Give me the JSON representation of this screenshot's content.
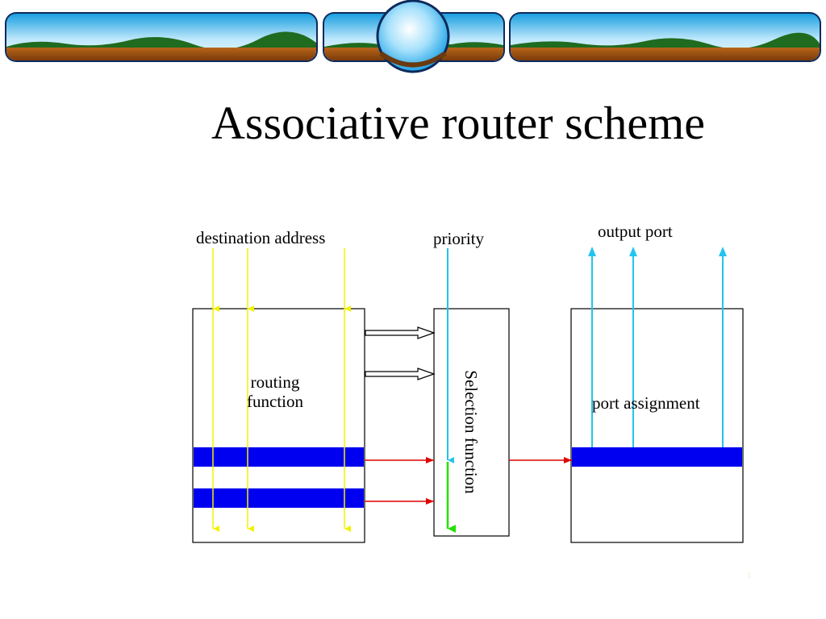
{
  "slide": {
    "title": "Associative router scheme",
    "page_number": "1"
  },
  "diagram": {
    "labels": {
      "destination_address": "destination address",
      "priority": "priority",
      "output_port": "output port",
      "routing_function_line1": "routing",
      "routing_function_line2": "function",
      "selection_function": "Selection function",
      "port_assignment": "port assignment"
    },
    "colors": {
      "destination_lines": "#f2f200",
      "priority_line": "#22c4ee",
      "output_port_lines": "#22c4ee",
      "table_rows": "#0000f0",
      "result_arrows": "#e00000",
      "selected_arrow": "#22e000"
    }
  }
}
